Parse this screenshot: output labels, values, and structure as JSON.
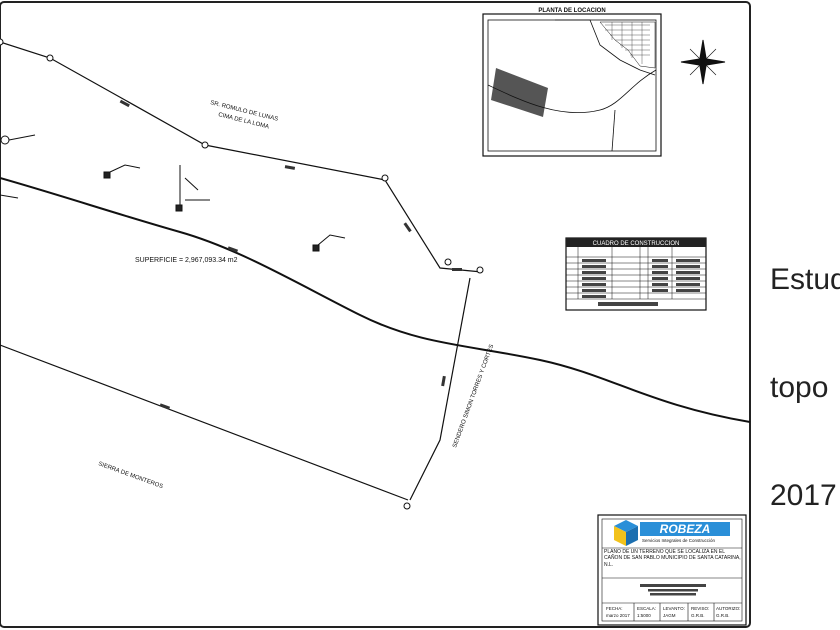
{
  "plan": {
    "superficie_label": "SUPERFICIE = 2,967,093.34 m2",
    "road_label_1": "SR. ROMULO DE LUNAS",
    "road_label_2": "CIMA DE LA LOMA",
    "south_label": "SIERRA DE MONTEROS",
    "east_label": "SENDERO SIMON TORRES Y CORTES"
  },
  "location_map": {
    "title": "PLANTA DE LOCACION"
  },
  "construction_table": {
    "title": "CUADRO DE CONSTRUCCION"
  },
  "title_block": {
    "company": "ROBEZA",
    "tagline": "Servicios Integrales de Construcción",
    "description": "PLANO DE UN TERRENO QUE SE LOCALIZA EN EL CAÑON DE SAN PABLO MUNICIPIO DE SANTA CATARINA, N.L.",
    "cells": [
      {
        "label": "FECHA:",
        "value": "marzo 2017"
      },
      {
        "label": "ESCALA:",
        "value": "1:5000"
      },
      {
        "label": "LEVANTO:",
        "value": "JAGM"
      },
      {
        "label": "REVISO:",
        "value": "G.R.B."
      },
      {
        "label": "AUTORIZO:",
        "value": "G.R.B."
      }
    ]
  },
  "side_caption": {
    "line1": "Estud",
    "line2": "topo",
    "line3": "2017"
  },
  "colors": {
    "logo_blue": "#2a8fd8",
    "logo_yellow": "#f2c21b",
    "map_fill": "#555555"
  }
}
